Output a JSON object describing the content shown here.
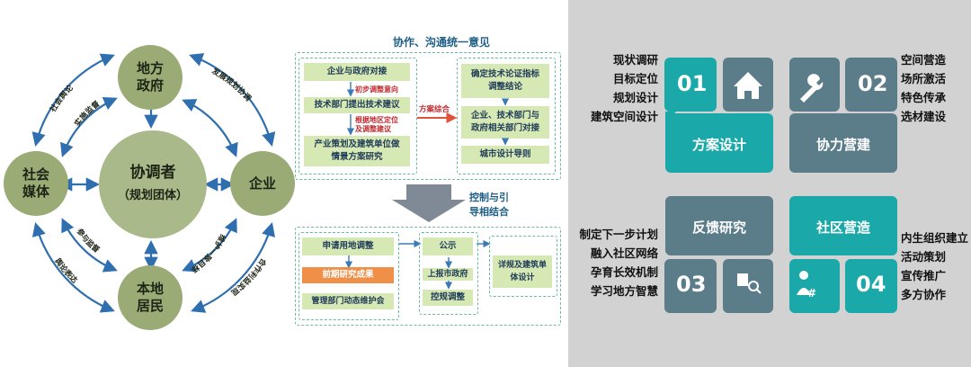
{
  "panel1": {
    "nodes": {
      "gov": "地方\n政府",
      "media": "社会\n媒体",
      "enterprise": "企业",
      "residents": "本地\n居民",
      "center_title": "协调者",
      "center_sub": "（规划团体）"
    },
    "edges": {
      "media_gov_outer": "社会舆论",
      "media_gov_inner": "实施监督",
      "gov_ent_outer": "发展规划协调",
      "ent_res_inner": "维护一致目标",
      "ent_res_outer": "合作利益实现",
      "media_res_inner": "参与监督",
      "media_res_outer": "舆论表达"
    },
    "colors": {
      "node": "#9aab76",
      "arrow": "#2f6fb0"
    }
  },
  "panel2": {
    "title": "协作、沟通统一意见",
    "top_left": [
      "企业与政府对接",
      "技术部门提出技术建议",
      "产业策划及建筑单位做\n情景方案研究"
    ],
    "red_notes": [
      "初步调整意向",
      "根据地区定位\n及调整建议"
    ],
    "synth_label": "方案综合",
    "top_right": [
      "确定技术论证指标\n调整结论",
      "企业、技术部门与\n政府相关部门对接",
      "城市设计导则"
    ],
    "mid_label": "控制与引\n导相结合",
    "bottom_left": [
      "申请用地调整",
      "前期研究成果",
      "管理部门动态维护会"
    ],
    "bottom_mid": [
      "公示",
      "上报市政府",
      "控规调整"
    ],
    "bottom_right": "详规及建筑单\n体设计"
  },
  "panel3": {
    "tiles": [
      {
        "num": "01",
        "label": "方案设计",
        "icon": "home-icon"
      },
      {
        "num": "02",
        "label": "协力营建",
        "icon": "wrench-icon"
      },
      {
        "num": "03",
        "label": "反馈研究",
        "icon": "magnifier-icon"
      },
      {
        "num": "04",
        "label": "社区营造",
        "icon": "user-hash-icon"
      }
    ],
    "left_top": "现状调研\n目标定位\n规划设计\n建筑空间设计",
    "right_top": "空间营造\n场所激活\n特色传承\n选材建设",
    "left_bottom": "制定下一步计划\n融入社区网络\n孕育长效机制\n学习地方智慧",
    "right_bottom": "内生组织建立\n活动策划\n宣传推广\n多方协作",
    "colors": {
      "teal": "#1aa9a8",
      "slate": "#5b7d8a",
      "bg": "#d2d2d2"
    }
  }
}
